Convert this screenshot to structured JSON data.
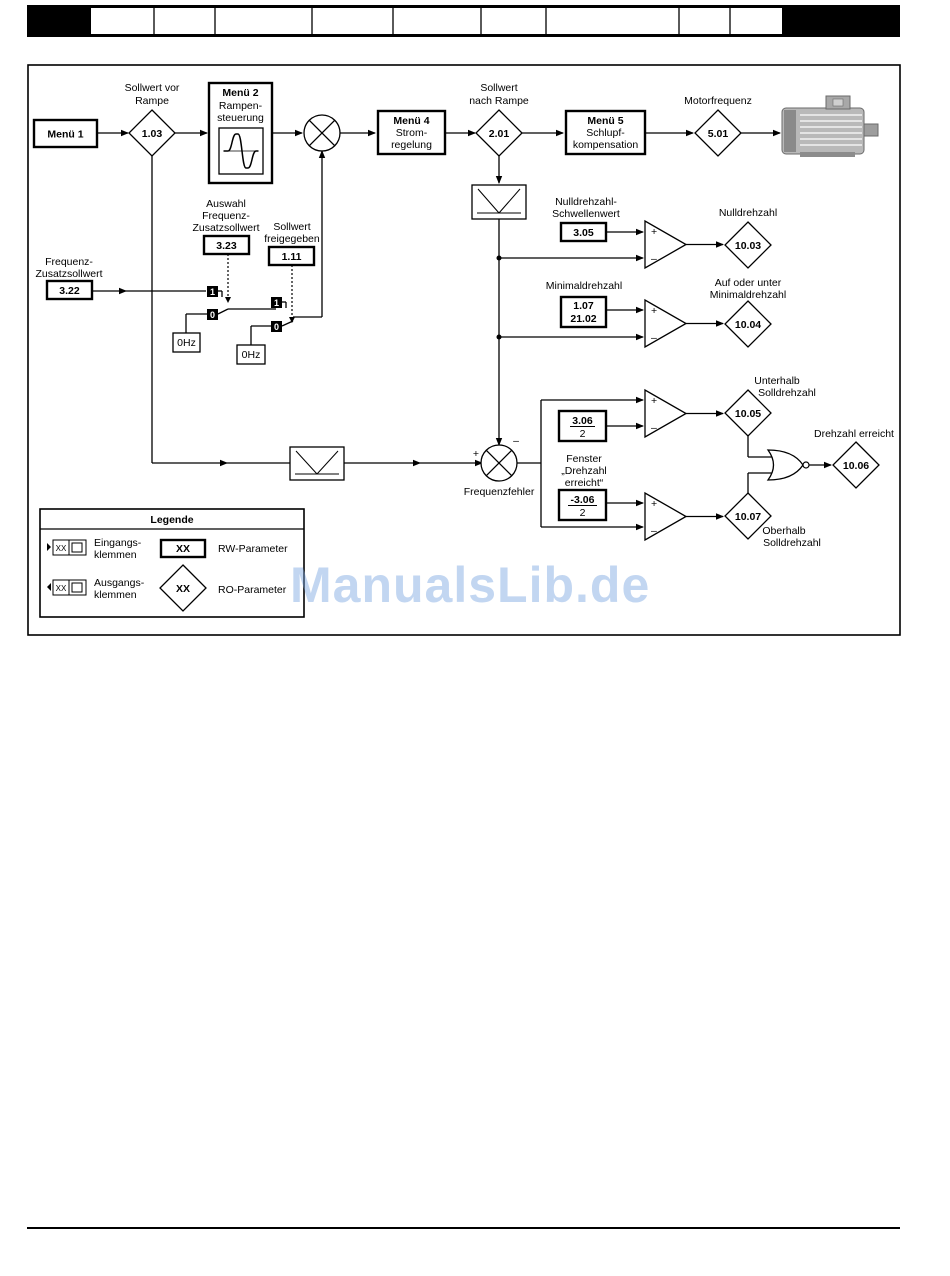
{
  "menu1": "Menü 1",
  "menu2": {
    "title": "Menü 2",
    "line1": "Rampen-",
    "line2": "steuerung"
  },
  "menu4": {
    "title": "Menü 4",
    "line1": "Strom-",
    "line2": "regelung"
  },
  "menu5": {
    "title": "Menü 5",
    "line1": "Schlupf-",
    "line2": "kompensation"
  },
  "labels": {
    "sollwert_vor_1": "Sollwert vor",
    "sollwert_vor_2": "Rampe",
    "sollwert_nach_1": "Sollwert",
    "sollwert_nach_2": "nach Rampe",
    "motorfrequenz": "Motorfrequenz",
    "auswahl_1": "Auswahl",
    "auswahl_2": "Frequenz-",
    "auswahl_3": "Zusatzsollwert",
    "sollwert_frei_1": "Sollwert",
    "sollwert_frei_2": "freigegeben",
    "freq_zusatz_1": "Frequenz-",
    "freq_zusatz_2": "Zusatzsollwert",
    "nulldrehzahl_sw_1": "Nulldrehzahl-",
    "nulldrehzahl_sw_2": "Schwellenwert",
    "nulldrehzahl": "Nulldrehzahl",
    "minimaldrehzahl": "Minimaldrehzahl",
    "auf_oder_unter_1": "Auf oder unter",
    "auf_oder_unter_2": "Minimaldrehzahl",
    "unterhalb_1": "Unterhalb",
    "unterhalb_2": "Solldrehzahl",
    "drehzahl_erreicht": "Drehzahl erreicht",
    "fenster_1": "Fenster",
    "fenster_2": "„Drehzahl",
    "fenster_3": "erreicht“",
    "oberhalb_1": "Oberhalb",
    "oberhalb_2": "Solldrehzahl",
    "frequenzfehler": "Frequenzfehler",
    "zero_hz": "0Hz",
    "switch_one": "1",
    "switch_zero": "0",
    "plus": "+",
    "minus": "–"
  },
  "params": {
    "p103": "1.03",
    "p201": "2.01",
    "p501": "5.01",
    "p323": "3.23",
    "p111": "1.11",
    "p322": "3.22",
    "p305": "3.05",
    "p107": "1.07",
    "p2102": "21.02",
    "p306": "3.06",
    "p306_div": "2",
    "p306_neg": "-3.06",
    "p1003": "10.03",
    "p1004": "10.04",
    "p1005": "10.05",
    "p1006": "10.06",
    "p1007": "10.07"
  },
  "legend": {
    "title": "Legende",
    "xx": "XX",
    "eingang_1": "Eingangs-",
    "eingang_2": "klemmen",
    "ausgang_1": "Ausgangs-",
    "ausgang_2": "klemmen",
    "rw": "RW-Parameter",
    "ro": "RO-Parameter"
  },
  "watermark": "ManualsLib.de"
}
